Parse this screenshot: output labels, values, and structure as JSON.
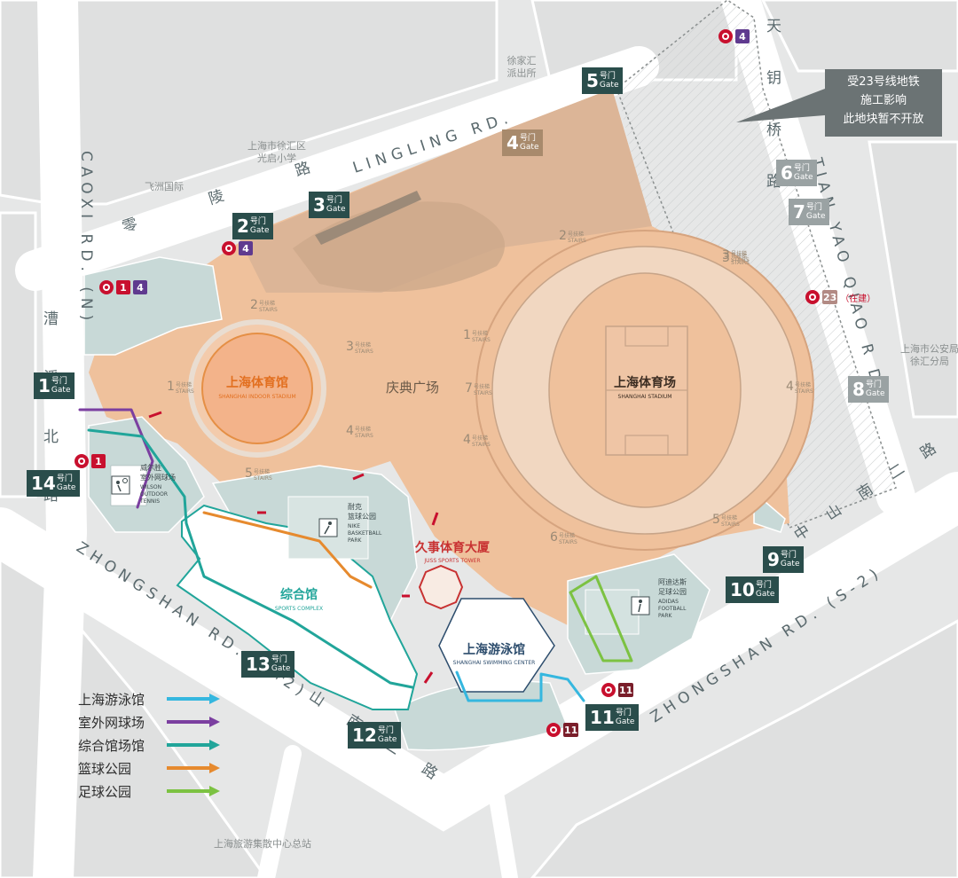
{
  "roads": {
    "lingling_en": "LINGLING RD.",
    "lingling_cn": "零 陵 路",
    "caoxi_en": "CAOXI RD. (N)",
    "caoxi_cn": "漕 溪 北 路",
    "tianyao_en": "TIAN YAO QIAO R D.",
    "tianyao_cn": "天 钥 桥 路",
    "zhongshan_left_en": "ZHONGSHAN RD. (S-2)",
    "zhongshan_left_cn": "中 山 南 二 路",
    "zhongshan_right_en": "ZHONGSHAN RD. (S-2)",
    "zhongshan_right_cn": "中 山 南 二 路"
  },
  "places": {
    "police": "徐家汇\n派出所",
    "school": "上海市徐汇区\n光启小学",
    "feizhou": "飞洲国际",
    "public_security": "上海市公安局\n徐汇分局",
    "bus_station": "上海旅游集散中心总站"
  },
  "notice": {
    "line1": "受23号线地铁",
    "line2": "施工影响",
    "line3": "此地块暂不开放"
  },
  "venues": {
    "indoor_cn": "上海体育馆",
    "indoor_en": "SHANGHAI INDOOR STADIUM",
    "stadium_cn": "上海体育场",
    "stadium_en": "SHANGHAI STADIUM",
    "plaza": "庆典广场",
    "tower_cn": "久事体育大厦",
    "tower_en": "JUSS SPORTS TOWER",
    "swim_cn": "上海游泳馆",
    "swim_en": "SHANGHAI SWIMMING CENTER",
    "complex_cn": "综合馆",
    "complex_en": "SPORTS COMPLEX",
    "nike_cn1": "耐克",
    "nike_cn2": "篮球公园",
    "nike_en1": "NIKE",
    "nike_en2": "BASKETBALL",
    "nike_en3": "PARK",
    "wilson_cn1": "威尔胜",
    "wilson_cn2": "室外网球场",
    "wilson_en1": "WILSON",
    "wilson_en2": "OUTDOOR",
    "wilson_en3": "TENNIS",
    "adidas_cn1": "阿迪达斯",
    "adidas_cn2": "足球公园",
    "adidas_en1": "ADIDAS",
    "adidas_en2": "FOOTBALL",
    "adidas_en3": "PARK"
  },
  "stairs_label": "号扶梯",
  "stairs_en": "STAIRS",
  "stairs": [
    "1",
    "2",
    "3",
    "4",
    "5",
    "1",
    "2",
    "3",
    "4",
    "5",
    "6",
    "7",
    "3",
    "4"
  ],
  "gate_cn": "号门",
  "gate_en": "Gate",
  "gates": [
    {
      "num": "1",
      "style": "dark"
    },
    {
      "num": "2",
      "style": "dark"
    },
    {
      "num": "3",
      "style": "dark"
    },
    {
      "num": "4",
      "style": "tan"
    },
    {
      "num": "5",
      "style": "dark"
    },
    {
      "num": "6",
      "style": "gray"
    },
    {
      "num": "7",
      "style": "gray"
    },
    {
      "num": "8",
      "style": "gray"
    },
    {
      "num": "9",
      "style": "dark"
    },
    {
      "num": "10",
      "style": "dark"
    },
    {
      "num": "11",
      "style": "dark"
    },
    {
      "num": "12",
      "style": "dark"
    },
    {
      "num": "13",
      "style": "dark"
    },
    {
      "num": "14",
      "style": "dark"
    }
  ],
  "metro": [
    {
      "lines": [
        {
          "n": "4",
          "color": "#5f3a8f"
        }
      ],
      "note": ""
    },
    {
      "lines": [
        {
          "n": "4",
          "color": "#5f3a8f"
        }
      ],
      "note": ""
    },
    {
      "lines": [
        {
          "n": "1",
          "color": "#c8102e"
        },
        {
          "n": "4",
          "color": "#5f3a8f"
        }
      ],
      "note": ""
    },
    {
      "lines": [
        {
          "n": "1",
          "color": "#c8102e"
        }
      ],
      "note": ""
    },
    {
      "lines": [
        {
          "n": "23",
          "color": "#b28a84"
        }
      ],
      "note": "（在建）"
    },
    {
      "lines": [
        {
          "n": "11",
          "color": "#7a1e2a"
        }
      ],
      "note": ""
    },
    {
      "lines": [
        {
          "n": "11",
          "color": "#7a1e2a"
        }
      ],
      "note": ""
    }
  ],
  "legend": [
    {
      "label": "上海游泳馆",
      "color": "#35b7df"
    },
    {
      "label": "室外网球场",
      "color": "#7b3fa0"
    },
    {
      "label": "综合馆场馆",
      "color": "#21a59a"
    },
    {
      "label": "篮球公园",
      "color": "#e68a2e"
    },
    {
      "label": "足球公园",
      "color": "#7cc242"
    }
  ],
  "colors": {
    "plaza": "#f0c4a0",
    "ground": "#e8d3bd",
    "road": "#ffffff",
    "teal": "#2a4d4b"
  }
}
